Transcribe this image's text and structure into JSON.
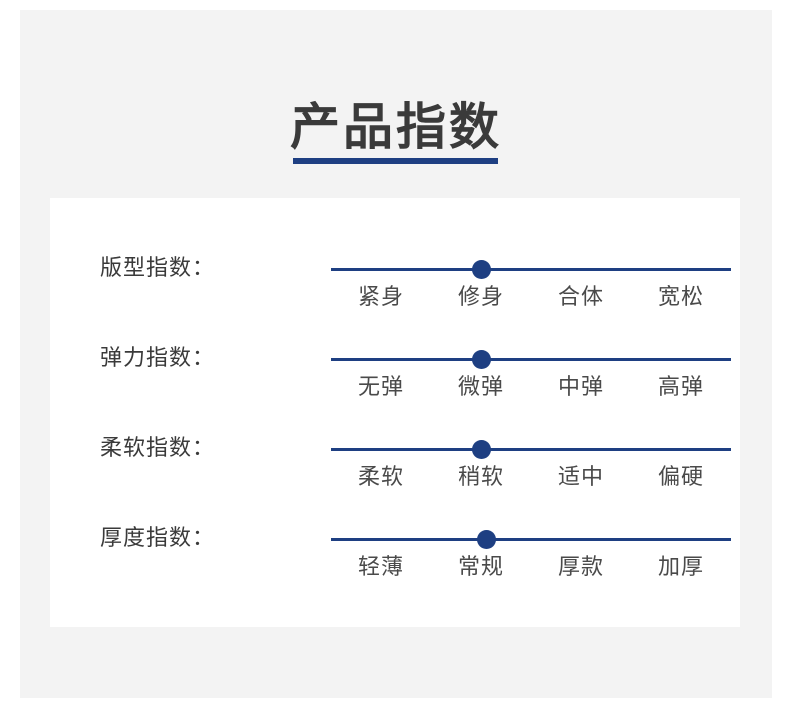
{
  "page": {
    "background_color": "#f3f3f3",
    "card_background_color": "#ffffff",
    "accent_color": "#1e3f82",
    "text_color": "#3a3a3a"
  },
  "header": {
    "title": "产品指数"
  },
  "indices": [
    {
      "label": "版型指数：",
      "options": [
        "紧身",
        "修身",
        "合体",
        "宽松"
      ],
      "selected_index": 1,
      "selected_value": "修身",
      "marker_percent": 37.5
    },
    {
      "label": "弹力指数：",
      "options": [
        "无弹",
        "微弹",
        "中弹",
        "高弹"
      ],
      "selected_index": 1,
      "selected_value": "微弹",
      "marker_percent": 37.5
    },
    {
      "label": "柔软指数：",
      "options": [
        "柔软",
        "稍软",
        "适中",
        "偏硬"
      ],
      "selected_index": 1,
      "selected_value": "稍软",
      "marker_percent": 37.5
    },
    {
      "label": "厚度指数：",
      "options": [
        "轻薄",
        "常规",
        "厚款",
        "加厚"
      ],
      "selected_index": 1,
      "selected_value": "常规",
      "marker_percent": 38.8
    }
  ]
}
